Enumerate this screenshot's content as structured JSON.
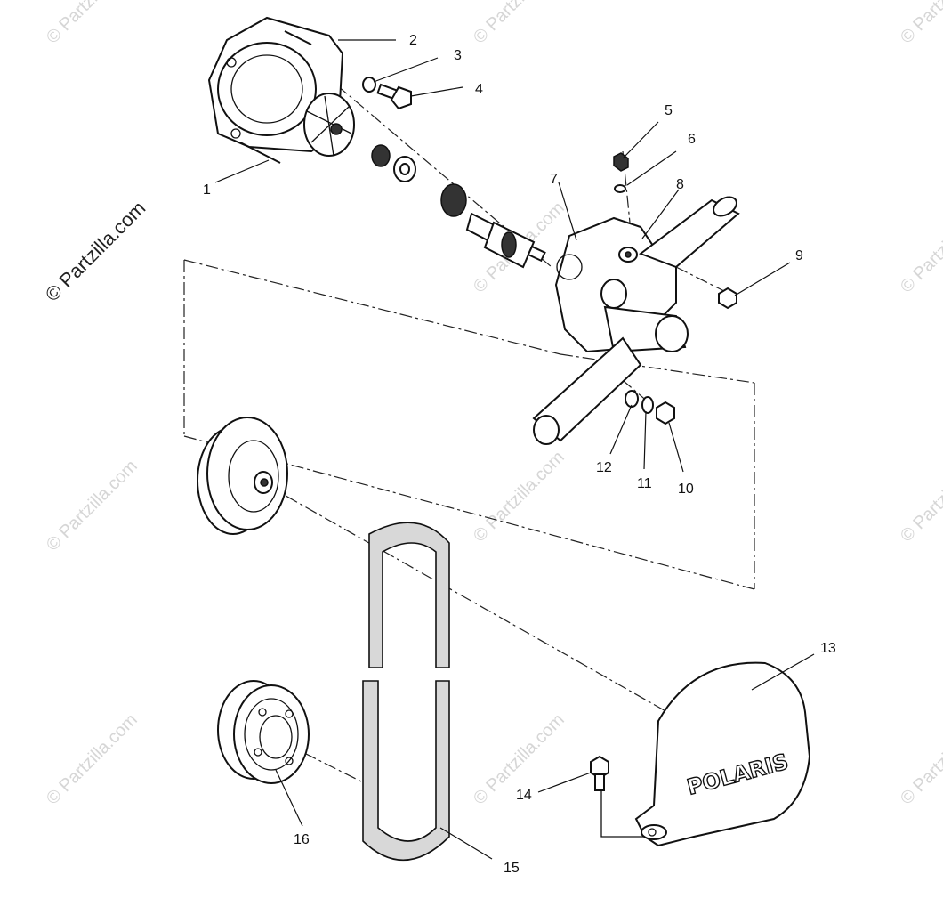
{
  "watermark": {
    "main": "© Partzilla.com",
    "repeat": "© Partzilla.com"
  },
  "logo_text": "POLARIS",
  "callouts": [
    {
      "id": "1",
      "label": "1"
    },
    {
      "id": "2",
      "label": "2"
    },
    {
      "id": "3",
      "label": "3"
    },
    {
      "id": "4",
      "label": "4"
    },
    {
      "id": "5",
      "label": "5"
    },
    {
      "id": "6",
      "label": "6"
    },
    {
      "id": "7",
      "label": "7"
    },
    {
      "id": "8",
      "label": "8"
    },
    {
      "id": "9",
      "label": "9"
    },
    {
      "id": "10",
      "label": "10"
    },
    {
      "id": "11",
      "label": "11"
    },
    {
      "id": "12",
      "label": "12"
    },
    {
      "id": "13",
      "label": "13"
    },
    {
      "id": "14",
      "label": "14"
    },
    {
      "id": "15",
      "label": "15"
    },
    {
      "id": "16",
      "label": "16"
    }
  ]
}
